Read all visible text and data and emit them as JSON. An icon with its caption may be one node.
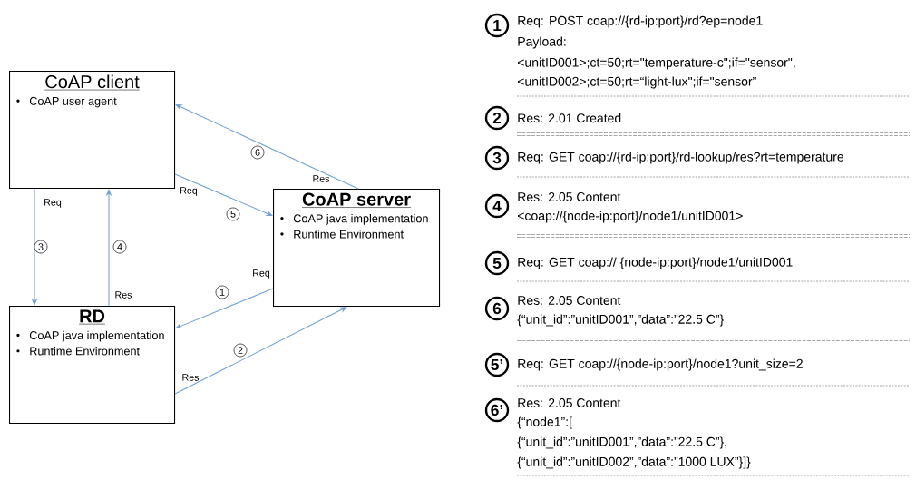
{
  "diagram": {
    "nodes": [
      {
        "text": [
          "CoAP client",
          "CoAP user agent"
        ]
      },
      {
        "text": [
          "CoAP server",
          "CoAP java implementation",
          "Runtime Environment"
        ]
      },
      {
        "text": [
          "RD",
          "CoAP java implementation",
          "Runtime Environment"
        ]
      },
      {
        "text": [
          "1"
        ],
        "beside": [
          "Req: POST coap://{rd-ip:port}/rd?ep=node1",
          "Payload:",
          "<unitID001>;ct=50;rt=\"temperature-c\";if=\"sensor\",",
          "<unitID002>;ct=50;rt=“light-lux\";if=\"sensor”"
        ]
      },
      {
        "text": [
          "2"
        ],
        "beside": [
          "Res: 2.01 Created"
        ]
      },
      {
        "text": [
          "3"
        ],
        "beside": [
          "Req: GET coap://{rd-ip:port}/rd-lookup/res?rt=temperature"
        ]
      },
      {
        "text": [
          "4"
        ],
        "beside": [
          "Res: 2.05 Content",
          "<coap://{node-ip:port}/node1/unitID001>"
        ]
      },
      {
        "text": [
          "5"
        ],
        "beside": [
          "Req: GET coap:// {node-ip:port}/node1/unitID001"
        ]
      },
      {
        "text": [
          "6"
        ],
        "beside": [
          "Res: 2.05 Content",
          "{“unit_id”:”unitID001”,”data”:”22.5 C”}"
        ]
      },
      {
        "text": [
          "5’"
        ],
        "beside": [
          "Req: GET coap://{node-ip:port}/node1?unit_size=2"
        ]
      },
      {
        "text": [
          "6’"
        ],
        "beside": [
          "Res: 2.05 Content",
          "{“node1”:[",
          "{“unit_id”:”unitID001”,”data”:”22.5 C”},",
          "{“unit_id”:”unitID002”,”data”:”1000 LUX”}]}"
        ]
      }
    ],
    "edges": [
      {
        "from": 0,
        "to": 2,
        "arrow": "to",
        "label": "3"
      },
      {
        "from": 2,
        "to": 0,
        "arrow": "to",
        "label": "4"
      },
      {
        "from": 0,
        "to": 1,
        "arrow": "to",
        "label": "5"
      },
      {
        "from": 1,
        "to": 0,
        "arrow": "to",
        "label": "6"
      },
      {
        "from": 1,
        "to": 2,
        "arrow": "to",
        "label": "1"
      },
      {
        "from": 2,
        "to": 1,
        "arrow": "to",
        "label": "2"
      }
    ],
    "labels": [
      "Res",
      "Req",
      "Req",
      "Req",
      "Res",
      "Res"
    ]
  }
}
